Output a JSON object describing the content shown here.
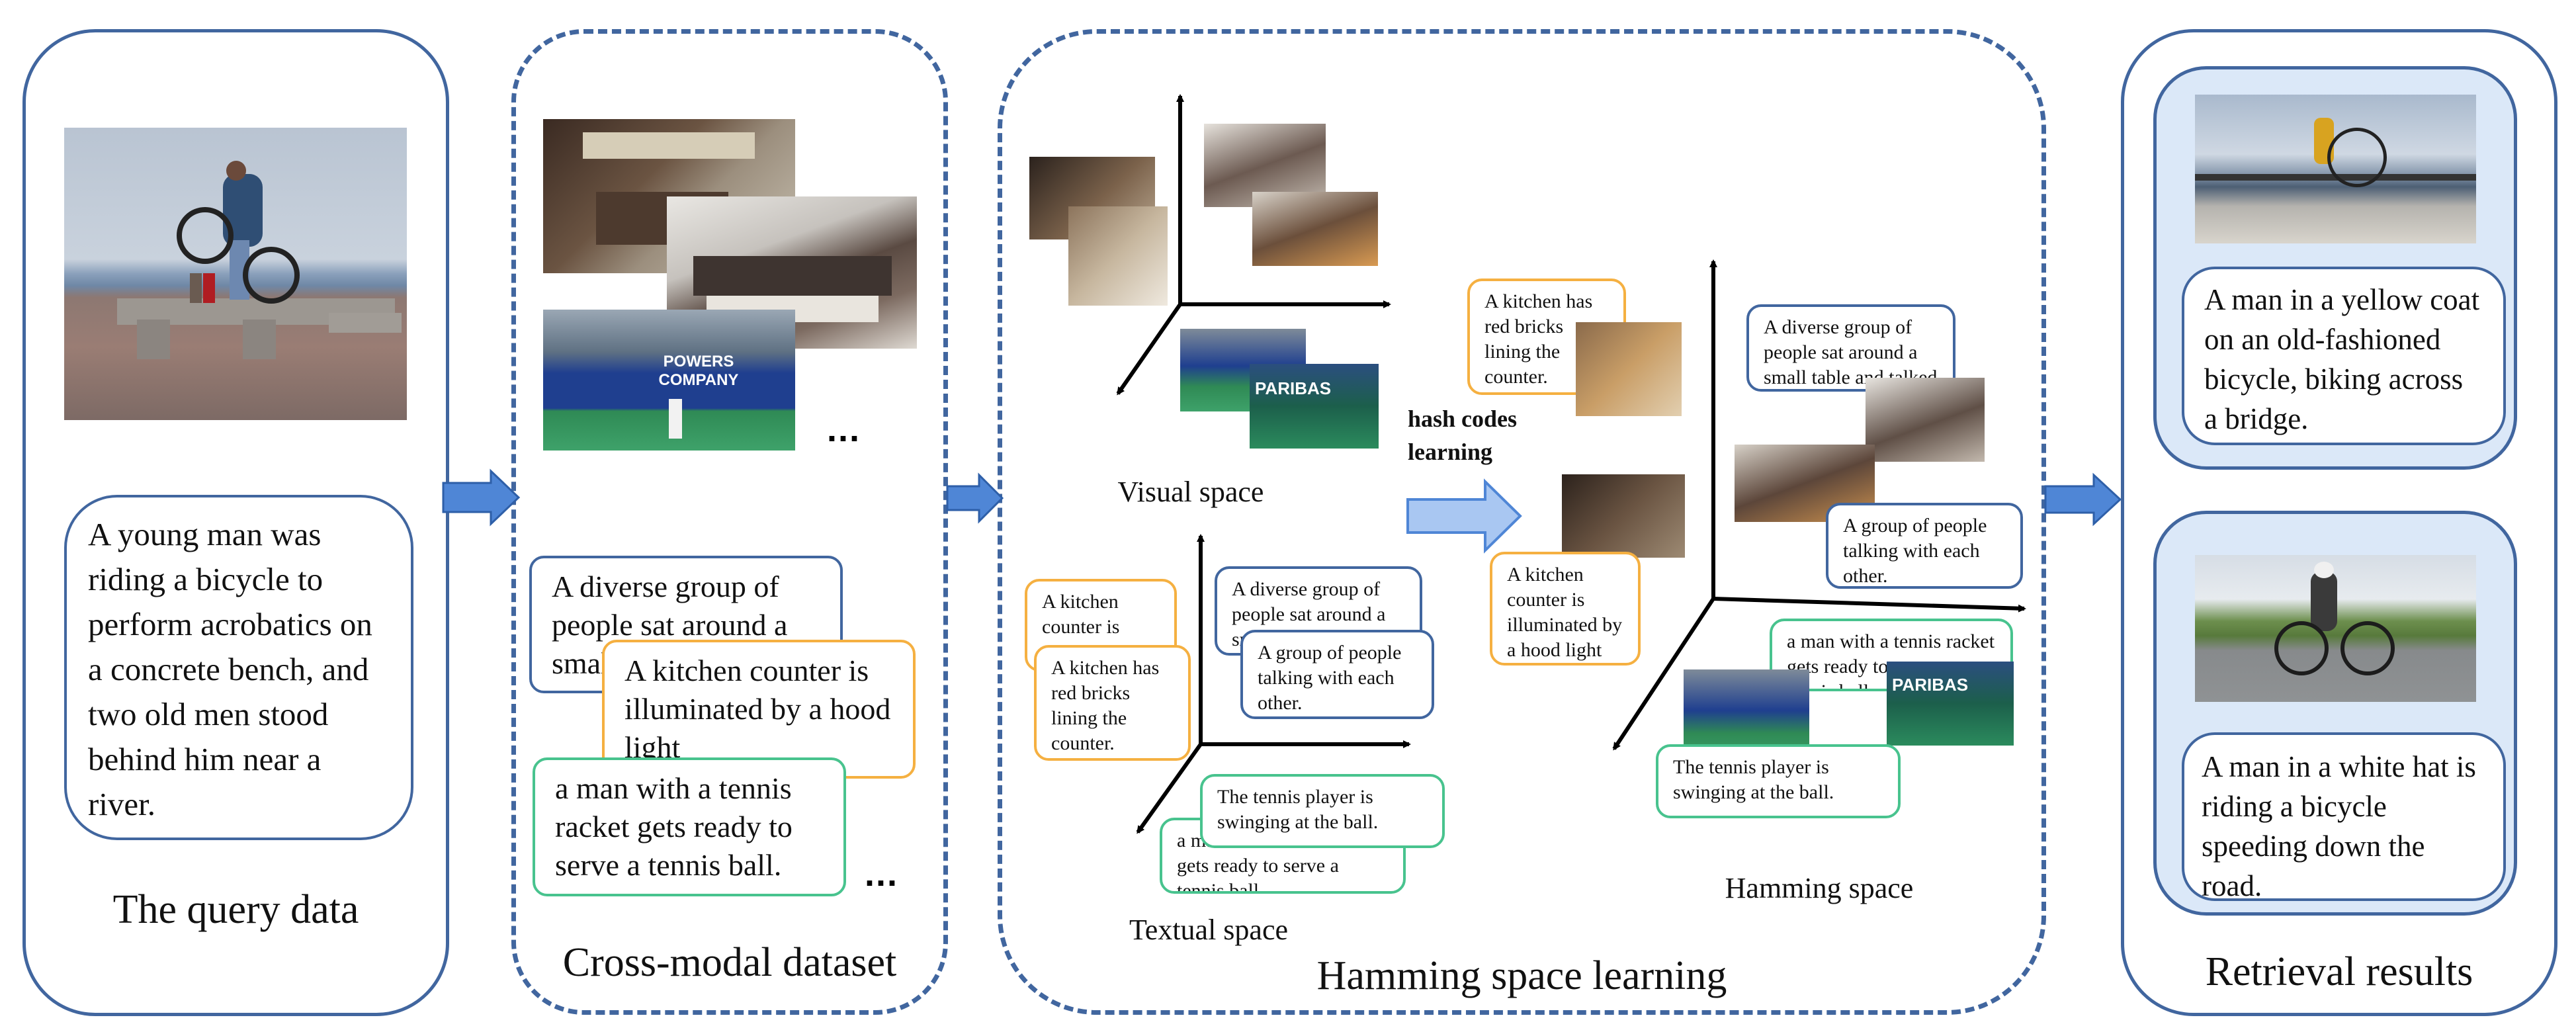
{
  "query": {
    "text": "A young man was riding a bicycle to perform acrobatics on a concrete bench, and two old men stood behind him near a river.",
    "label": "The query data"
  },
  "dataset": {
    "label": "Cross-modal dataset",
    "texts": [
      "A diverse group of people sat around a small table and talked",
      "A kitchen counter is illuminated by a hood light",
      "a man with a tennis racket gets ready to serve a tennis ball."
    ],
    "ellipsis": "..."
  },
  "hamming": {
    "label": "Hamming space learning",
    "visual_label": "Visual space",
    "textual_label": "Textual space",
    "space_label": "Hamming space",
    "arrow_label": "hash codes learning",
    "image_text": "POWERS COMPANY",
    "textual_texts": [
      "A kitchen counter is",
      "A kitchen has red bricks lining the counter.",
      "A diverse group of people sat around a small table and",
      "A group of people talking with each other.",
      "The tennis player is swinging at the ball.",
      "a man with a tennis racket gets ready to serve a tennis ball."
    ],
    "hamming_texts": [
      "A kitchen has red bricks lining the counter.",
      "A diverse group of people sat around a small table and talked",
      "A group of people talking with each other.",
      "A kitchen counter is illuminated by a hood light",
      "a man with a tennis racket gets ready to serve a tennis ball.",
      "The tennis player is swinging at the ball."
    ],
    "paribas": "PARIBAS"
  },
  "results": {
    "label": "Retrieval results",
    "items": [
      "A man in a yellow coat on an old-fashioned bicycle, biking across a bridge.",
      "A man in a white hat is riding a bicycle speeding down the road."
    ]
  },
  "colors": {
    "border": "#41669f",
    "orange": "#f5b041",
    "green": "#48c38e",
    "arrow": "#4f86d6",
    "result_bg": "#dbe8f8"
  }
}
